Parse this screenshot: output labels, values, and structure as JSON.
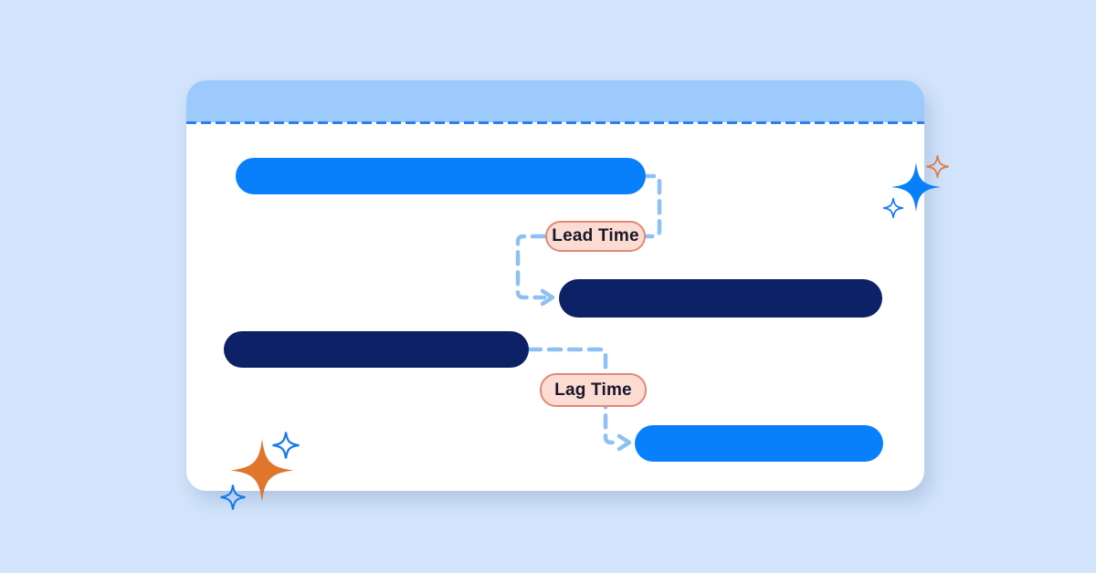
{
  "illustration": {
    "type": "gantt-dependency-diagram",
    "labels": {
      "lead_time": "Lead Time",
      "lag_time": "Lag Time"
    },
    "bars": [
      {
        "name": "task-bar-1",
        "color_key": "bar_blue"
      },
      {
        "name": "task-bar-2",
        "color_key": "bar_navy"
      },
      {
        "name": "task-bar-3",
        "color_key": "bar_navy"
      },
      {
        "name": "task-bar-4",
        "color_key": "bar_blue"
      }
    ],
    "connectors": [
      {
        "name": "lead-time-connector",
        "from": "task-bar-1",
        "to": "task-bar-2",
        "label": "Lead Time"
      },
      {
        "name": "lag-time-connector",
        "from": "task-bar-3",
        "to": "task-bar-4",
        "label": "Lag Time"
      }
    ]
  },
  "colors": {
    "page_bg": "#d3e5fc",
    "card_bg": "#ffffff",
    "header_bg": "#9dcafc",
    "header_dash": "#2d7ff0",
    "bar_blue": "#0880fc",
    "bar_navy": "#0d2167",
    "connector": "#8ec0f4",
    "badge_bg": "#fcdbd3",
    "badge_border": "#df8975",
    "badge_text": "#18182a",
    "sparkle_orange": "#e0752c",
    "sparkle_outline_blue": "#1479f0",
    "sparkle_outline_orange": "#dd8049"
  }
}
